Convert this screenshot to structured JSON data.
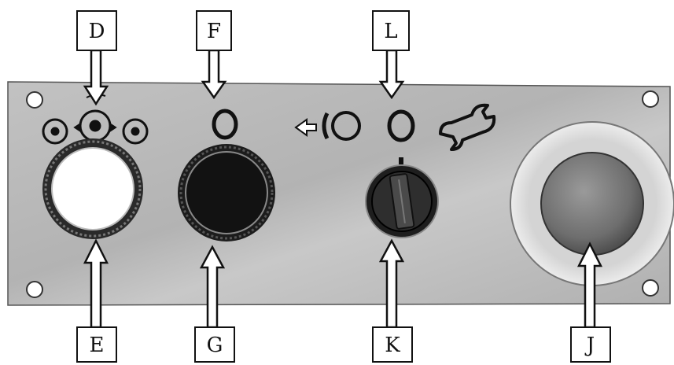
{
  "labels": {
    "D": "D",
    "F": "F",
    "L": "L",
    "E": "E",
    "G": "G",
    "K": "K",
    "J": "J"
  },
  "icons": {
    "D": "feed-roller-selector-icon",
    "L": "tool-wrench-icon",
    "F_side": "rewind-arrow-icon"
  },
  "colors": {
    "panel": "#b9b9b9",
    "button_E": "#ffffff",
    "button_G": "#121212",
    "mushroom_J": "#7a7a7a",
    "ring_J": "#e6e6e6"
  }
}
